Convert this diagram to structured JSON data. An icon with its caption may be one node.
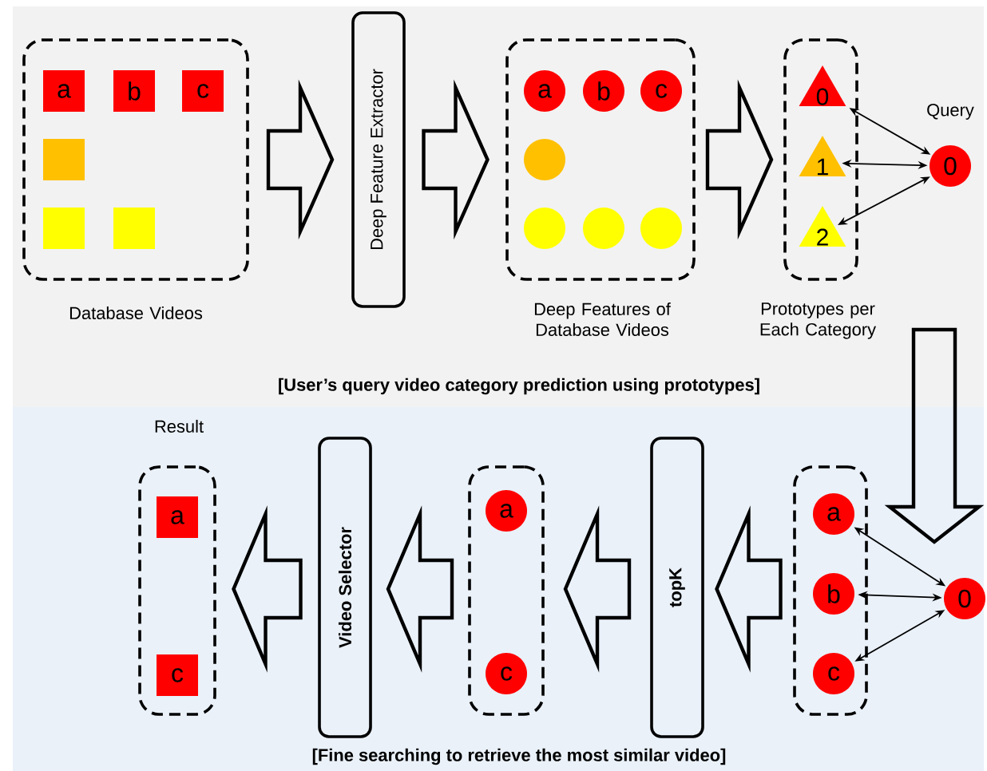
{
  "diagram": {
    "nodes": [
      {
        "text": [
          "Database Videos"
        ]
      },
      {
        "text": [
          "a"
        ],
        "in": 0
      },
      {
        "text": [
          "b"
        ],
        "in": 0
      },
      {
        "text": [
          "c"
        ],
        "in": 0
      },
      {
        "text": [],
        "shape": "box",
        "in": 0
      },
      {
        "text": [],
        "shape": "box",
        "in": 0
      },
      {
        "text": [],
        "shape": "box",
        "in": 0
      },
      {
        "text": [
          "Deep Feature Extractor"
        ]
      },
      {
        "text": [
          "Deep Features of Database Videos"
        ]
      },
      {
        "text": [
          "a"
        ],
        "in": 8
      },
      {
        "text": [
          "b"
        ],
        "in": 8
      },
      {
        "text": [
          "c"
        ],
        "in": 8
      },
      {
        "text": [],
        "shape": "circle",
        "in": 8
      },
      {
        "text": [],
        "shape": "circle",
        "in": 8
      },
      {
        "text": [],
        "shape": "circle",
        "in": 8
      },
      {
        "text": [],
        "shape": "circle",
        "in": 8
      },
      {
        "text": [
          "Prototypes per Each Category"
        ]
      },
      {
        "text": [
          "0"
        ],
        "in": 16
      },
      {
        "text": [
          "1"
        ],
        "in": 16
      },
      {
        "text": [
          "2"
        ],
        "in": 16
      },
      {
        "text": [
          "0"
        ],
        "beside": [
          "Query"
        ]
      },
      {
        "text": [
          "Result"
        ]
      },
      {
        "text": [
          "a"
        ],
        "in": 21
      },
      {
        "text": [
          "c"
        ],
        "in": 21
      },
      {
        "text": [
          "Video Selector"
        ]
      },
      {
        "text": [],
        "shape": "box"
      },
      {
        "text": [
          "a"
        ],
        "in": 25
      },
      {
        "text": [
          "c"
        ],
        "in": 25
      },
      {
        "text": [
          "topK"
        ]
      },
      {
        "text": [],
        "shape": "box"
      },
      {
        "text": [
          "a"
        ],
        "in": 29
      },
      {
        "text": [
          "b"
        ],
        "in": 29
      },
      {
        "text": [
          "c"
        ],
        "in": 29
      },
      {
        "text": [
          "0"
        ]
      }
    ],
    "edges": [
      {
        "from": 0,
        "to": 7,
        "arrow": "to",
        "style": "thick"
      },
      {
        "from": 7,
        "to": 8,
        "arrow": "to",
        "style": "thick"
      },
      {
        "from": 8,
        "to": 16,
        "arrow": "to",
        "style": "thick"
      },
      {
        "from": 17,
        "to": 20,
        "arrow": "both"
      },
      {
        "from": 18,
        "to": 20,
        "arrow": "both"
      },
      {
        "from": 19,
        "to": 20,
        "arrow": "both"
      },
      {
        "from": 20,
        "to": 33,
        "arrow": "to",
        "style": "thick"
      },
      {
        "from": 30,
        "to": 33,
        "arrow": "both"
      },
      {
        "from": 31,
        "to": 33,
        "arrow": "both"
      },
      {
        "from": 32,
        "to": 33,
        "arrow": "both"
      },
      {
        "from": 29,
        "to": 28,
        "arrow": "to",
        "style": "thick"
      },
      {
        "from": 28,
        "to": 25,
        "arrow": "to",
        "style": "thick"
      },
      {
        "from": 25,
        "to": 24,
        "arrow": "to",
        "style": "thick"
      },
      {
        "from": 24,
        "to": 21,
        "arrow": "to",
        "style": "thick"
      }
    ],
    "labels": [
      "[User’s query video category prediction using prototypes]",
      "[Fine searching to retrieve the most similar video]"
    ]
  }
}
